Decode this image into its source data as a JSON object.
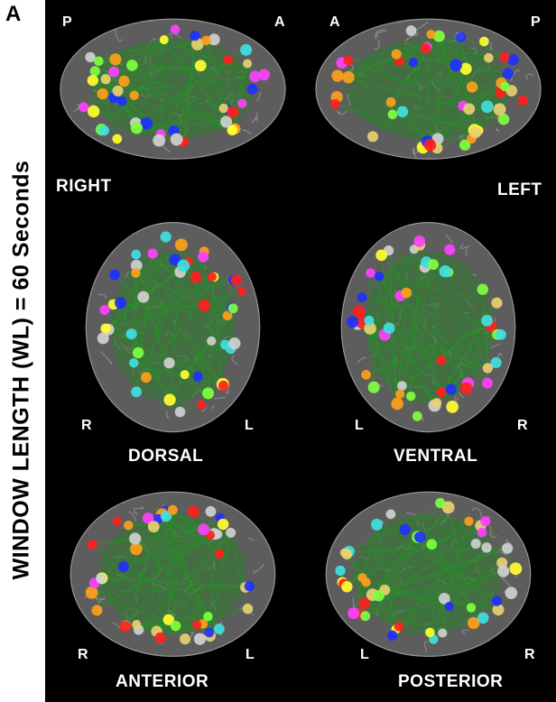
{
  "panel_letter": "A",
  "side_label": "WINDOW LENGTH (WL)  = 60 Seconds",
  "views": {
    "right": {
      "name": "RIGHT",
      "left": "P",
      "right": "A"
    },
    "left": {
      "name": "LEFT",
      "left": "A",
      "right": "P"
    },
    "dorsal": {
      "name": "DORSAL",
      "left": "R",
      "right": "L"
    },
    "ventral": {
      "name": "VENTRAL",
      "left": "L",
      "right": "R"
    },
    "anterior": {
      "name": "ANTERIOR",
      "left": "R",
      "right": "L"
    },
    "posterior": {
      "name": "POSTERIOR",
      "left": "L",
      "right": "R"
    }
  },
  "colors": {
    "brain": "#8a8a8a",
    "network": "#2a7a2a",
    "nodes": [
      "#ff9f1a",
      "#ff2020",
      "#2030ff",
      "#ff40ff",
      "#40e0e0",
      "#80ff40",
      "#ffff30",
      "#d0d0d0",
      "#e8d070"
    ]
  }
}
